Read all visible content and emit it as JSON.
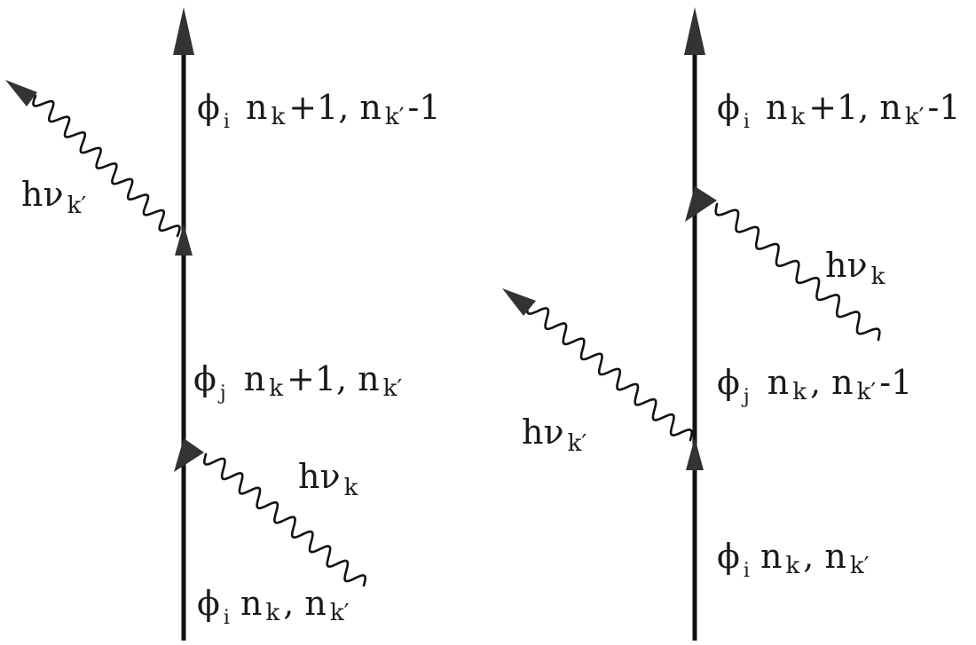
{
  "diagram_left": {
    "state_top": {
      "phi": "ϕ",
      "sub": "i",
      "rest": "n",
      "k": "k",
      "mid": "+1, n",
      "kp": "k′",
      "end": " -1"
    },
    "state_mid": {
      "phi": "ϕ",
      "sub": "j",
      "rest": "n",
      "k": "k",
      "mid": "+1, n",
      "kp": "k′",
      "end": ""
    },
    "state_bottom": {
      "phi": "ϕ",
      "sub": "i",
      "rest": "n",
      "k": "k",
      "mid": " , n",
      "kp": "k′",
      "end": ""
    },
    "photon_out": {
      "hv": "hν",
      "sub": "k′"
    },
    "photon_in": {
      "hv": "hν",
      "sub": "k"
    }
  },
  "diagram_right": {
    "state_top": {
      "phi": "ϕ",
      "sub": "i",
      "rest": "n",
      "k": "k",
      "mid": "+1, n",
      "kp": "k′",
      "end": " -1"
    },
    "state_mid": {
      "phi": "ϕ",
      "sub": "j",
      "rest": "n",
      "k": "k",
      "mid": ", n",
      "kp": "k′",
      "end": " -1"
    },
    "state_bottom": {
      "phi": "ϕ",
      "sub": "i",
      "rest": "n",
      "k": "k",
      "mid": " , n",
      "kp": "k′",
      "end": ""
    },
    "photon_in": {
      "hv": "hν",
      "sub": "k"
    },
    "photon_out": {
      "hv": "hν",
      "sub": "k′"
    }
  },
  "colors": {
    "line": "#111111",
    "arrow": "#333333"
  }
}
